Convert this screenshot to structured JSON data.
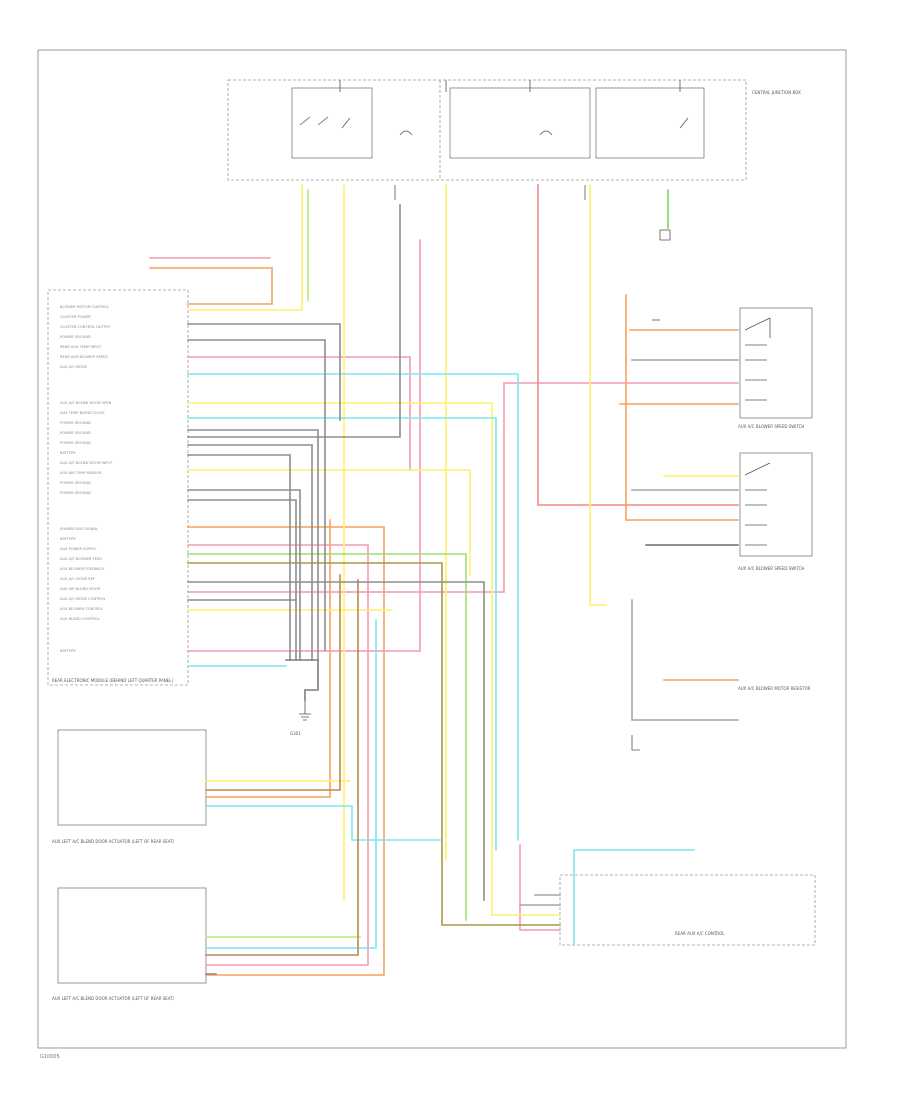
{
  "diagram": {
    "footer_code": "G10005",
    "components": {
      "hvac_module": {
        "label": "REAR ELECTRONIC MODULE (BEHIND LEFT QUARTER PANEL)"
      },
      "front_blend_door_actuator": {
        "label": "AUX LEFT A/C BLEND DOOR ACTUATOR (LEFT OF REAR SEAT)"
      },
      "rear_blend_door_actuator": {
        "label": "AUX LEFT A/C BLEND DOOR ACTUATOR (LEFT OF REAR SEAT)"
      },
      "upper_switch": {
        "label": "AUX A/C BLOWER SPEED SWITCH"
      },
      "lower_switch": {
        "label": "AUX A/C BLOWER SPEED SWITCH"
      },
      "rear_control": {
        "label": "REAR AUX A/C CONTROL"
      },
      "fuse_panel": {
        "label": "CENTRAL JUNCTION BOX"
      },
      "resistor_block": {
        "label": "AUX A/C BLOWER MOTOR RESISTOR"
      },
      "ground_label": {
        "label": "G301"
      }
    }
  }
}
